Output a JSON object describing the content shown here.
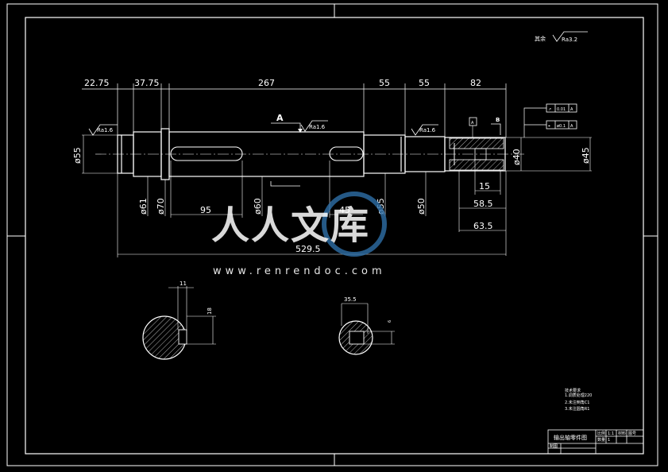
{
  "finish": {
    "label": "其余",
    "value": "Ra3.2"
  },
  "dims": {
    "d1": "22.75",
    "d2": "37.75",
    "d3": "267",
    "d4": "55",
    "d5": "55",
    "d6": "82",
    "phi55_left": "ø55",
    "phi61": "ø61",
    "phi70": "ø70",
    "phi60": "ø60",
    "phi55_mid": "ø55",
    "phi50": "ø50",
    "phi40": "ø40",
    "phi45": "ø45",
    "key_left": "95",
    "key_right": "45",
    "len15": "15",
    "len58": "58.5",
    "len63": "63.5",
    "total": "529.5",
    "sec1_w": "11",
    "sec1_h": "18",
    "sec2_w": "35.5",
    "sec2_h": "6"
  },
  "roughness": {
    "left": "Ra1.6",
    "mid": "Ra1.6",
    "right": "Ra1.6"
  },
  "datums": {
    "a": "A",
    "b": "B",
    "box_a": "A"
  },
  "tolerances": {
    "runout": {
      "symbol": "↗",
      "value": "0.01",
      "datum": "A"
    },
    "position": {
      "symbol": "⌖",
      "value": "ø0.1",
      "datum": "A"
    }
  },
  "notes": {
    "title": "技术要求",
    "items": [
      "1.调质处理220",
      "2.未注倒角C1",
      "3.未注圆角R1"
    ]
  },
  "title_block": {
    "name": "输出轴零件图",
    "cells": [
      "比例",
      "1:1",
      "材料",
      "数量",
      "1",
      "图号"
    ],
    "drafter": "制图"
  },
  "watermark": {
    "cn": "人人文库",
    "url": "www.renrendoc.com"
  }
}
